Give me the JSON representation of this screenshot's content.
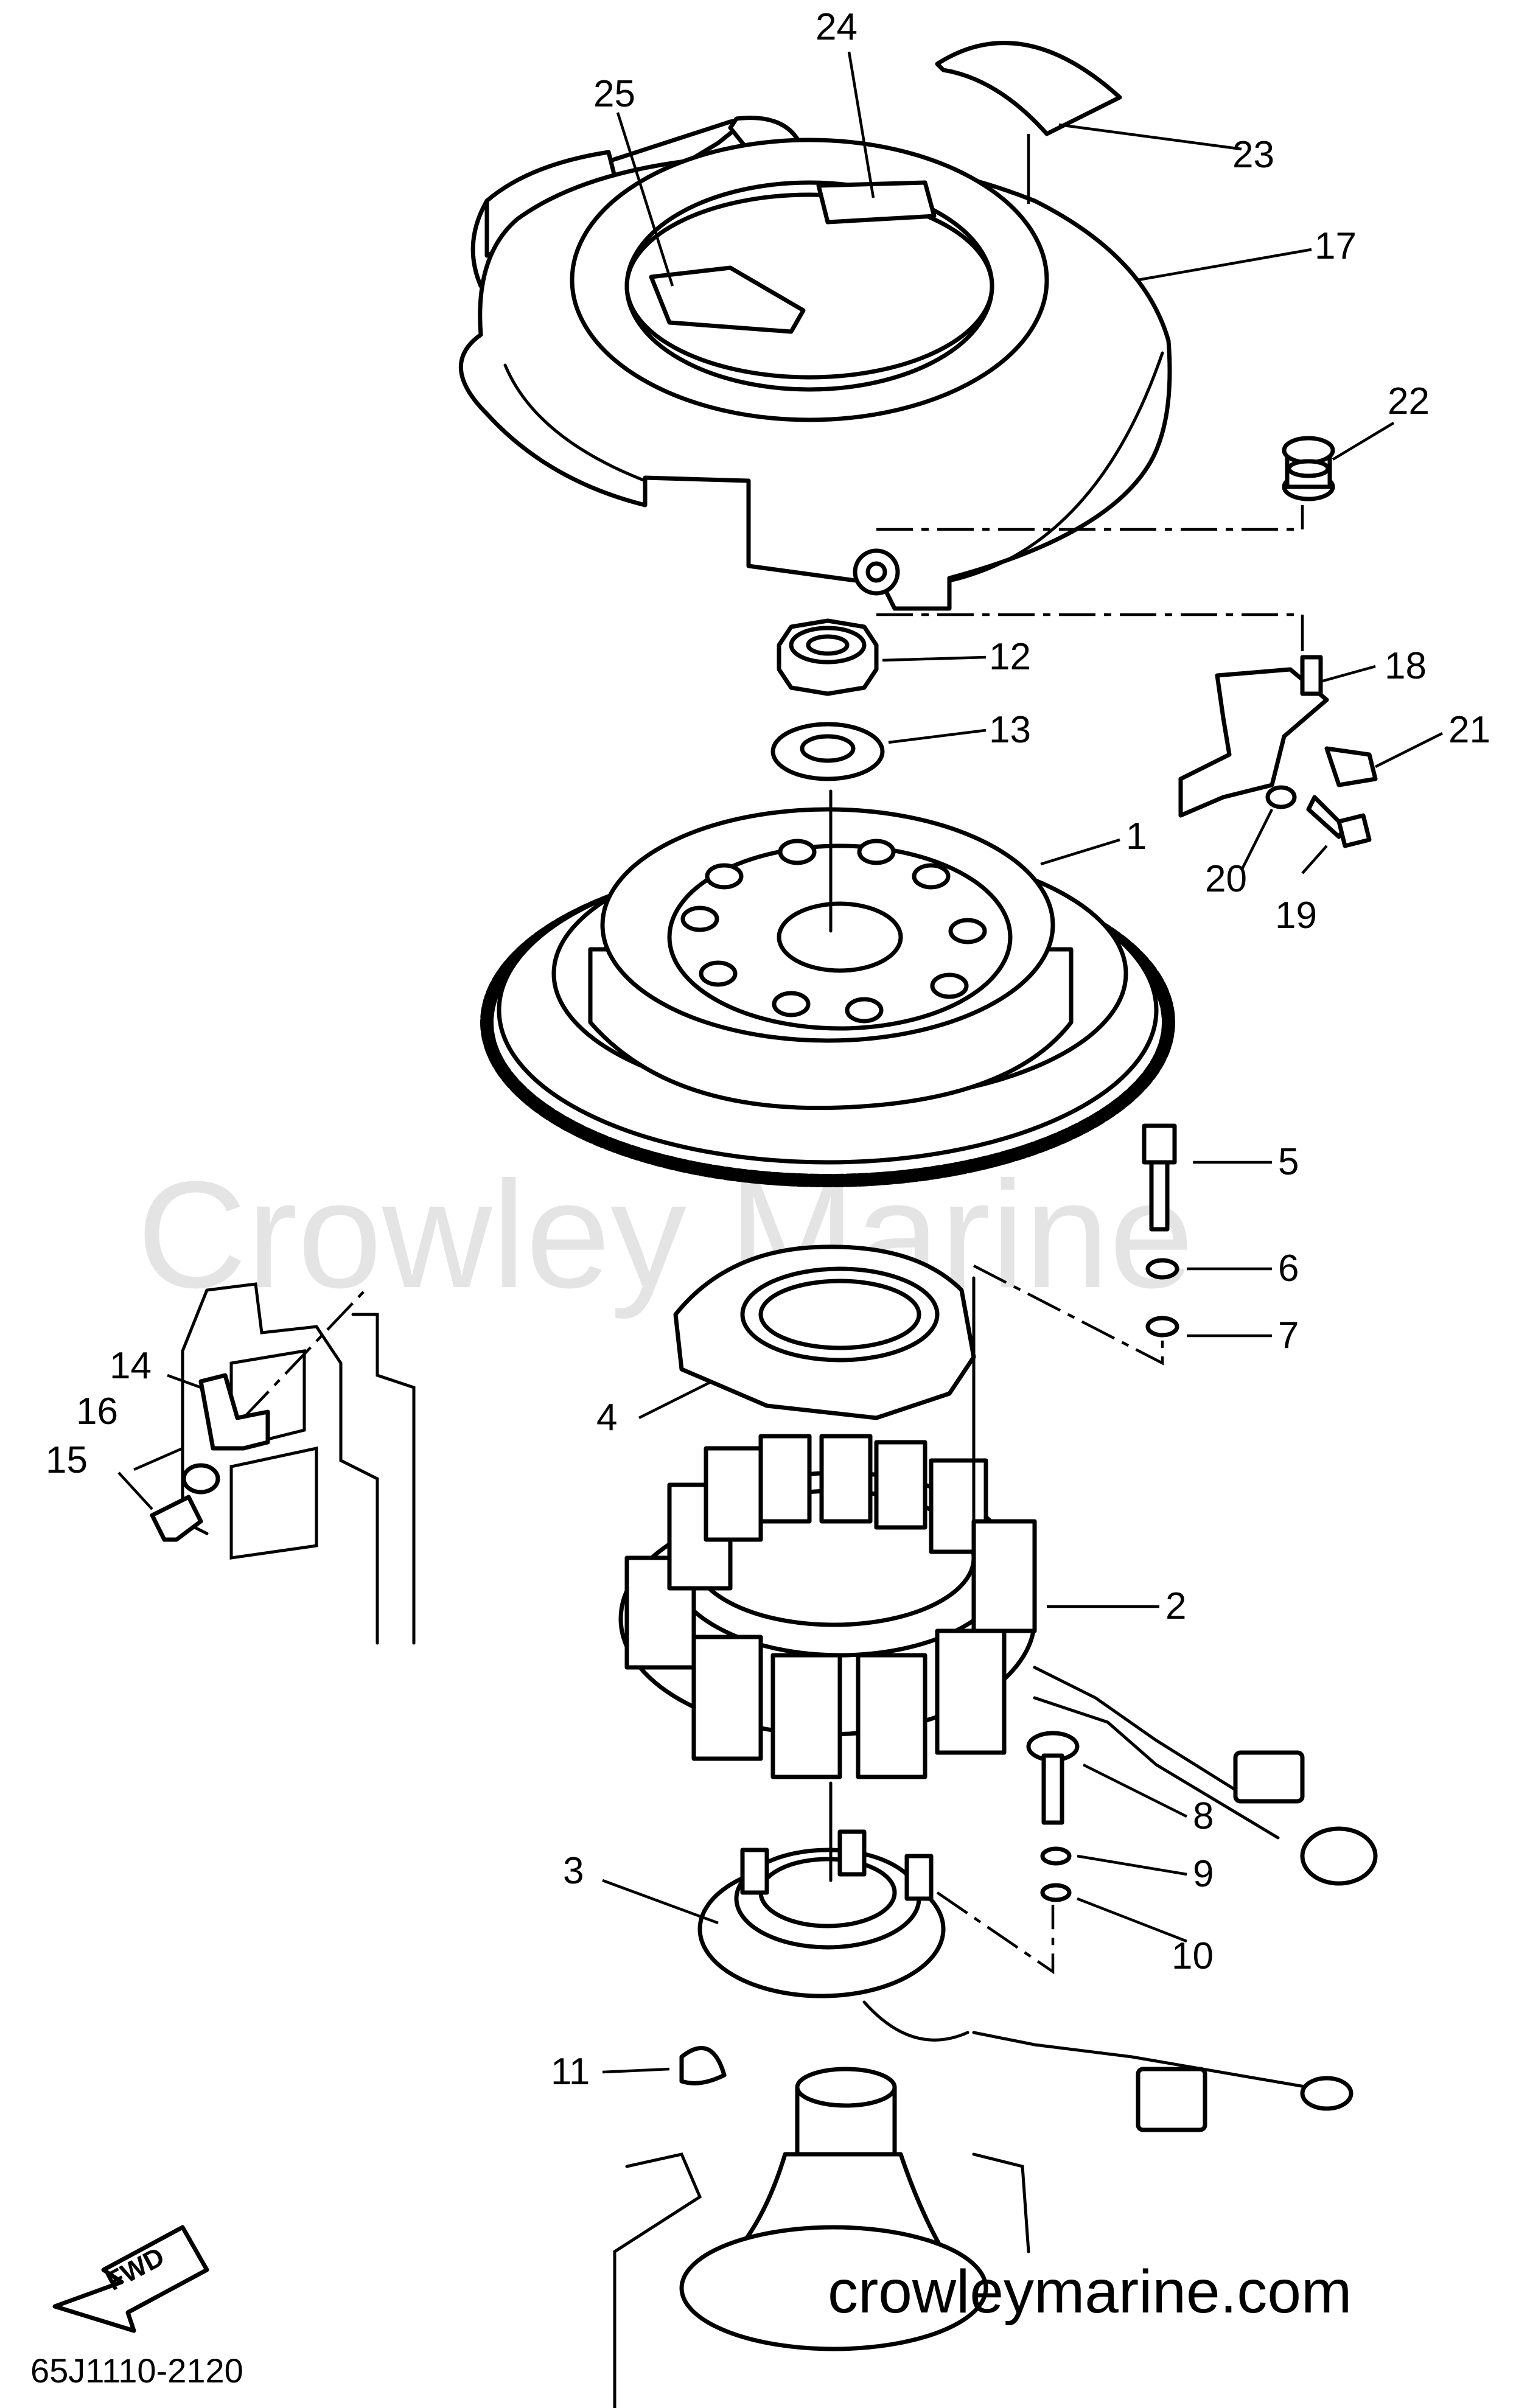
{
  "watermark": "Crowley Marine",
  "footer_url": "crowleymarine.com",
  "part_code": "65J1110-2120",
  "direction_label": "FWD",
  "callouts": [
    "1",
    "2",
    "3",
    "4",
    "5",
    "6",
    "7",
    "8",
    "9",
    "10",
    "11",
    "12",
    "13",
    "14",
    "15",
    "16",
    "17",
    "18",
    "19",
    "20",
    "21",
    "22",
    "23",
    "24",
    "25"
  ]
}
